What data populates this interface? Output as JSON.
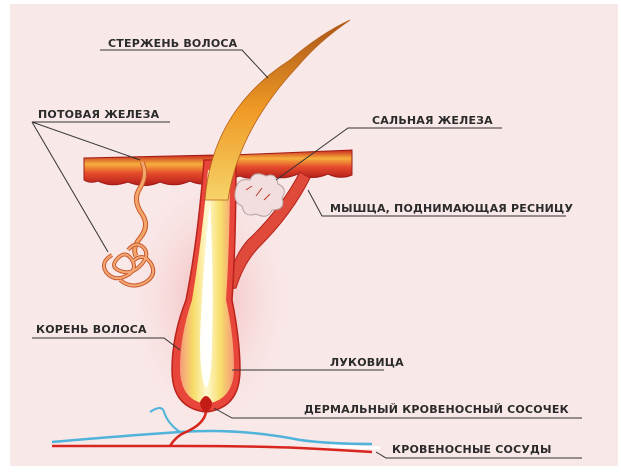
{
  "labels": {
    "shaft": "СТЕРЖЕНЬ ВОЛОСА",
    "sweat_gland": "ПОТОВАЯ ЖЕЛЕЗА",
    "sebaceous_gland": "САЛЬНАЯ ЖЕЛЕЗА",
    "arrector_muscle": "МЫШЦА, ПОДНИМАЮЩАЯ РЕСНИЦУ",
    "root": "КОРЕНЬ ВОЛОСА",
    "bulb": "ЛУКОВИЦА",
    "papilla": "ДЕРМАЛЬНЫЙ КРОВЕНОСНЫЙ СОСОЧЕК",
    "vessels": "КРОВЕНОСНЫЕ СОСУДЫ"
  },
  "colors": {
    "background": "#f9e8e8",
    "skin_red": "#d42a24",
    "skin_orange": "#f3a637",
    "follicle_outer": "#e8453b",
    "follicle_inner": "#f7e36b",
    "hair_shaft": "#e8921f",
    "vessel_blue": "#4fb3da",
    "vessel_red": "#d8261e",
    "leader_line": "#333333"
  }
}
